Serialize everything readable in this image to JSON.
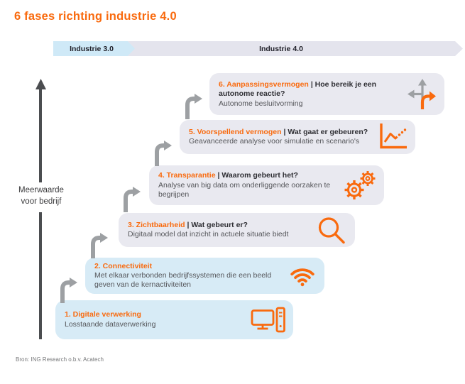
{
  "title": "6 fases richting industrie 4.0",
  "timeline": {
    "stage3_label": "Industrie 3.0",
    "stage4_label": "Industrie 4.0"
  },
  "axis": {
    "label_line1": "Meerwaarde",
    "label_line2": "voor bedrijf"
  },
  "phases": [
    {
      "title": "1. Digitale verwerking",
      "question": "",
      "description": "Losstaande dataverwerking",
      "icon": "desktop-computer-icon"
    },
    {
      "title": "2. Connectiviteit",
      "question": "",
      "description": "Met elkaar verbonden bedrijfssystemen die een beeld geven van de kernactiviteiten",
      "icon": "wifi-icon"
    },
    {
      "title": "3. Zichtbaarheid",
      "question": "| Wat gebeurt er?",
      "description": "Digitaal model dat inzicht in actuele situatie biedt",
      "icon": "magnifier-icon"
    },
    {
      "title": "4. Transparantie",
      "question": "| Waarom gebeurt het?",
      "description": "Analyse van big data om onderliggende oorzaken te begrijpen",
      "icon": "gears-icon"
    },
    {
      "title": "5. Voorspellend vermogen",
      "question": "| Wat gaat er gebeuren?",
      "description": "Geavanceerde analyse voor simulatie en scenario's",
      "icon": "line-chart-icon"
    },
    {
      "title": "6. Aanpassingsvermogen",
      "question": "| Hoe bereik je een autonome reactie?",
      "description": "Autonome besluitvorming",
      "icon": "junction-arrows-icon"
    }
  ],
  "source": "Bron: ING Research o.b.v. Acatech",
  "colors": {
    "accent_orange": "#f96a0e",
    "light_blue_box": "#d7ebf6",
    "lavender_box": "#e9e9f0",
    "timeline_blue": "#cfe9f7",
    "timeline_gray": "#e4e4ed",
    "arrow_gray": "#9da0a3",
    "axis_dark": "#4b4d50",
    "text_dark": "#2e2e33",
    "text_gray": "#55565a"
  }
}
